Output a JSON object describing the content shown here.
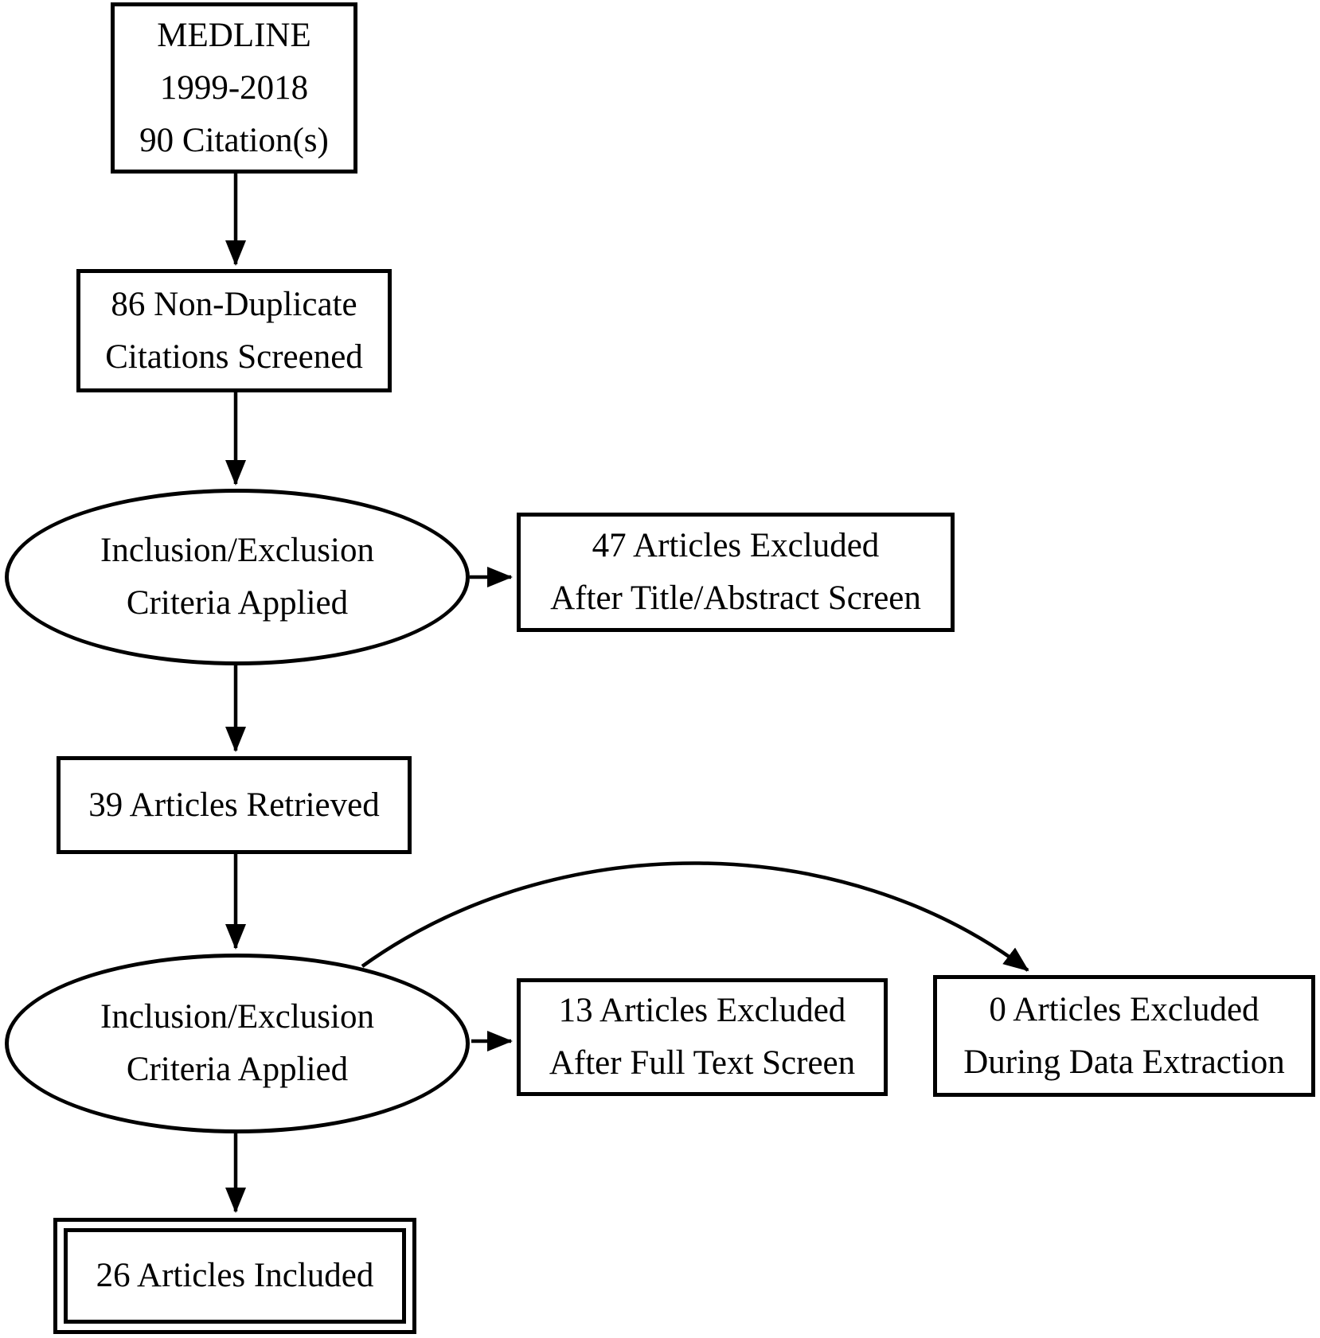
{
  "diagram": {
    "title": "Literature review flow diagram",
    "colors": {
      "background": "#ffffff",
      "stroke": "#000000",
      "text": "#000000"
    },
    "nodes": {
      "medline": {
        "shape": "rectangle",
        "lines": [
          "MEDLINE",
          "1999-2018",
          "90 Citation(s)"
        ]
      },
      "screened": {
        "shape": "rectangle",
        "lines": [
          "86 Non-Duplicate",
          "Citations Screened"
        ]
      },
      "criteria1": {
        "shape": "ellipse",
        "lines": [
          "Inclusion/Exclusion",
          "Criteria Applied"
        ]
      },
      "excluded_title": {
        "shape": "rectangle",
        "lines": [
          "47 Articles Excluded",
          "After Title/Abstract Screen"
        ]
      },
      "retrieved": {
        "shape": "rectangle",
        "lines": [
          "39 Articles Retrieved"
        ]
      },
      "criteria2": {
        "shape": "ellipse",
        "lines": [
          "Inclusion/Exclusion",
          "Criteria Applied"
        ]
      },
      "excluded_fulltext": {
        "shape": "rectangle",
        "lines": [
          "13 Articles Excluded",
          "After Full Text Screen"
        ]
      },
      "excluded_extraction": {
        "shape": "rectangle",
        "lines": [
          "0 Articles Excluded",
          "During Data Extraction"
        ]
      },
      "included": {
        "shape": "double-rectangle",
        "lines": [
          "26 Articles Included"
        ]
      }
    }
  }
}
